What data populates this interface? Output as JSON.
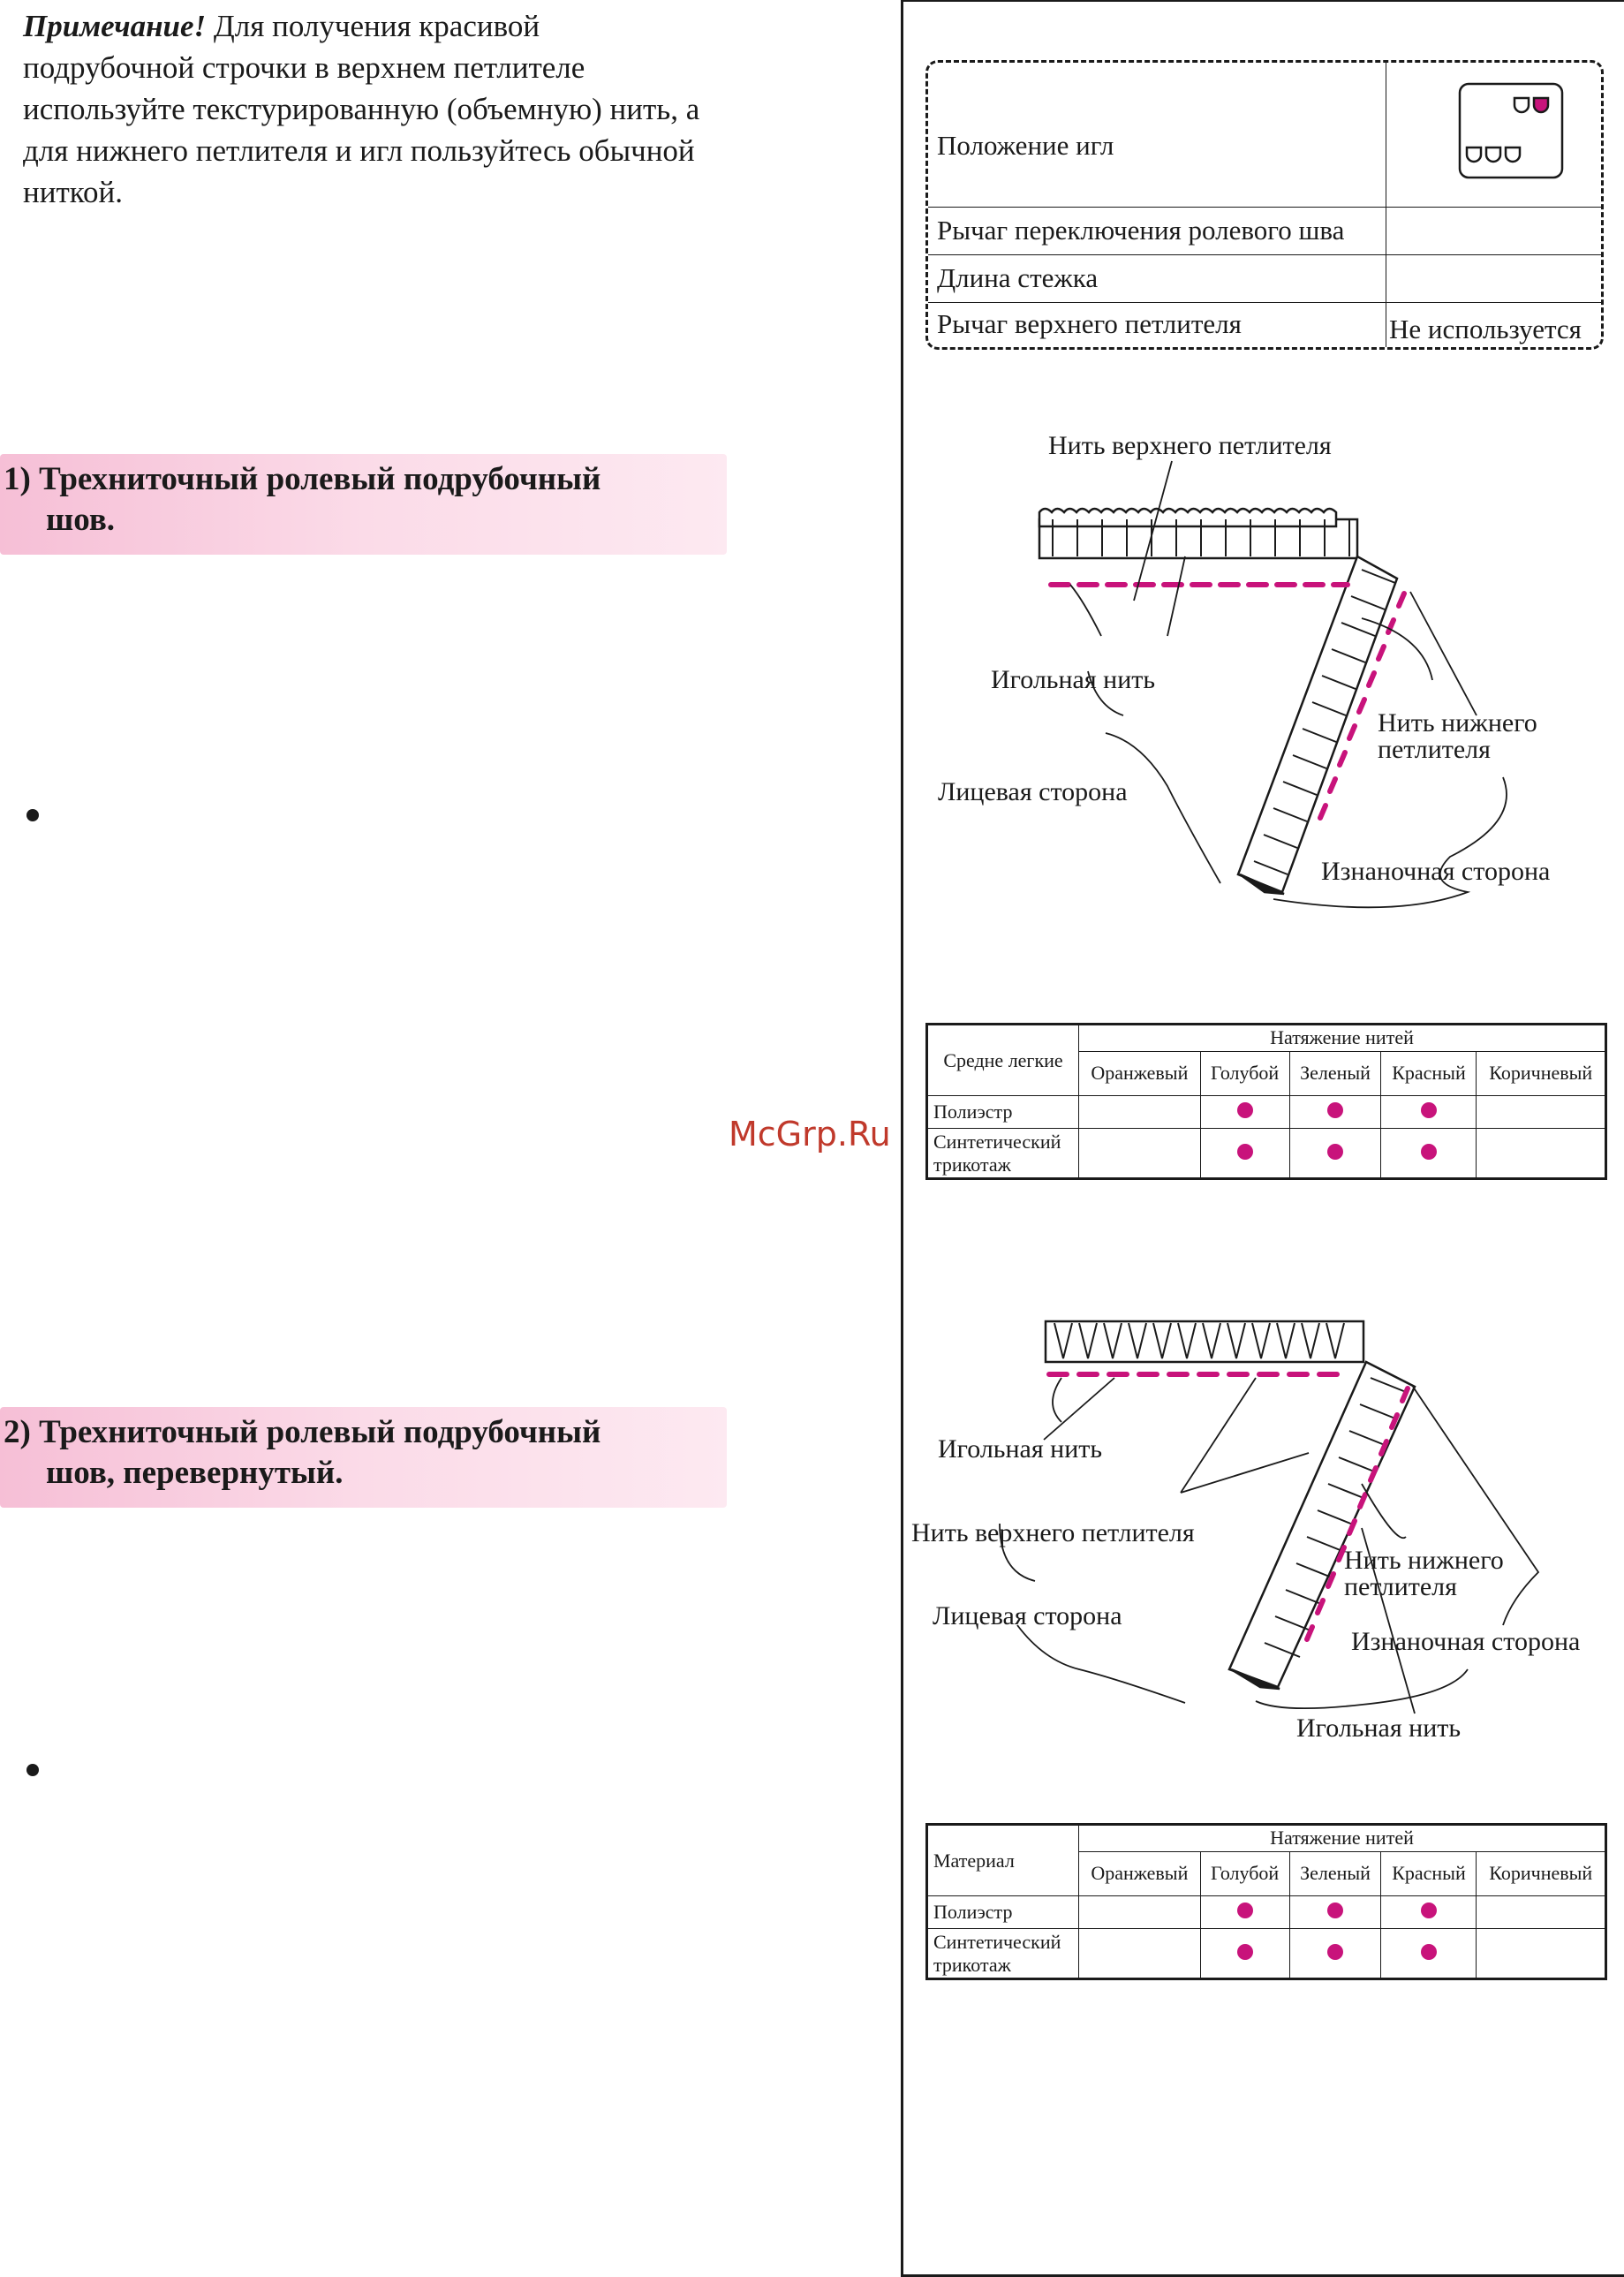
{
  "note": {
    "label": "Примечание!",
    "text": " Для получения красивой подрубочной строчки в верхнем петлителе используйте текстурированную (объемную) нить, а для нижнего петлителя и игл пользуйтесь обычной ниткой."
  },
  "sections": [
    {
      "line1": "1) Трехниточный ролевый подрубочный",
      "line2": "шов."
    },
    {
      "line1": "2) Трехниточный ролевый подрубочный",
      "line2": "шов, перевернутый."
    }
  ],
  "watermark": "McGrp.Ru",
  "settings": {
    "rows": [
      {
        "label": "Положение игл",
        "value": ""
      },
      {
        "label": "Рычаг переключения ролевого шва",
        "value": ""
      },
      {
        "label": "Длина стежка",
        "value": ""
      },
      {
        "label": "Рычаг верхнего петлителя",
        "value": "Не используется"
      }
    ]
  },
  "diagram1": {
    "labels": {
      "upper": "Нить верхнего петлителя",
      "needle": "Игольная нить",
      "lower1": "Нить нижнего",
      "lower2": "петлителя",
      "face": "Лицевая сторона",
      "back": "Изнаночная сторона"
    }
  },
  "diagram2": {
    "labels": {
      "needle": "Игольная нить",
      "upper": "Нить верхнего петлителя",
      "lower1": "Нить нижнего",
      "lower2": "петлителя",
      "face": "Лицевая сторона",
      "back": "Изнаночная сторона",
      "needle2": "Игольная нить"
    }
  },
  "tension_tables": [
    {
      "material_header": "Средне легкие",
      "caption": "Натяжение нитей",
      "columns": [
        "Оранжевый",
        "Голубой",
        "Зеленый",
        "Красный",
        "Коричневый"
      ],
      "rows": [
        {
          "material": "Полиэстр",
          "marks": [
            false,
            true,
            true,
            true,
            false
          ]
        },
        {
          "material": "Синтетический трикотаж",
          "marks": [
            false,
            true,
            true,
            true,
            false
          ]
        }
      ]
    },
    {
      "material_header": "Материал",
      "caption": "Натяжение нитей",
      "columns": [
        "Оранжевый",
        "Голубой",
        "Зеленый",
        "Красный",
        "Коричневый"
      ],
      "rows": [
        {
          "material": "Полиэстр",
          "marks": [
            false,
            true,
            true,
            true,
            false
          ]
        },
        {
          "material": "Синтетический трикотаж",
          "marks": [
            false,
            true,
            true,
            true,
            false
          ]
        }
      ]
    }
  ],
  "colors": {
    "accent": "#c8137b",
    "header_band": "#f6bfd6"
  }
}
